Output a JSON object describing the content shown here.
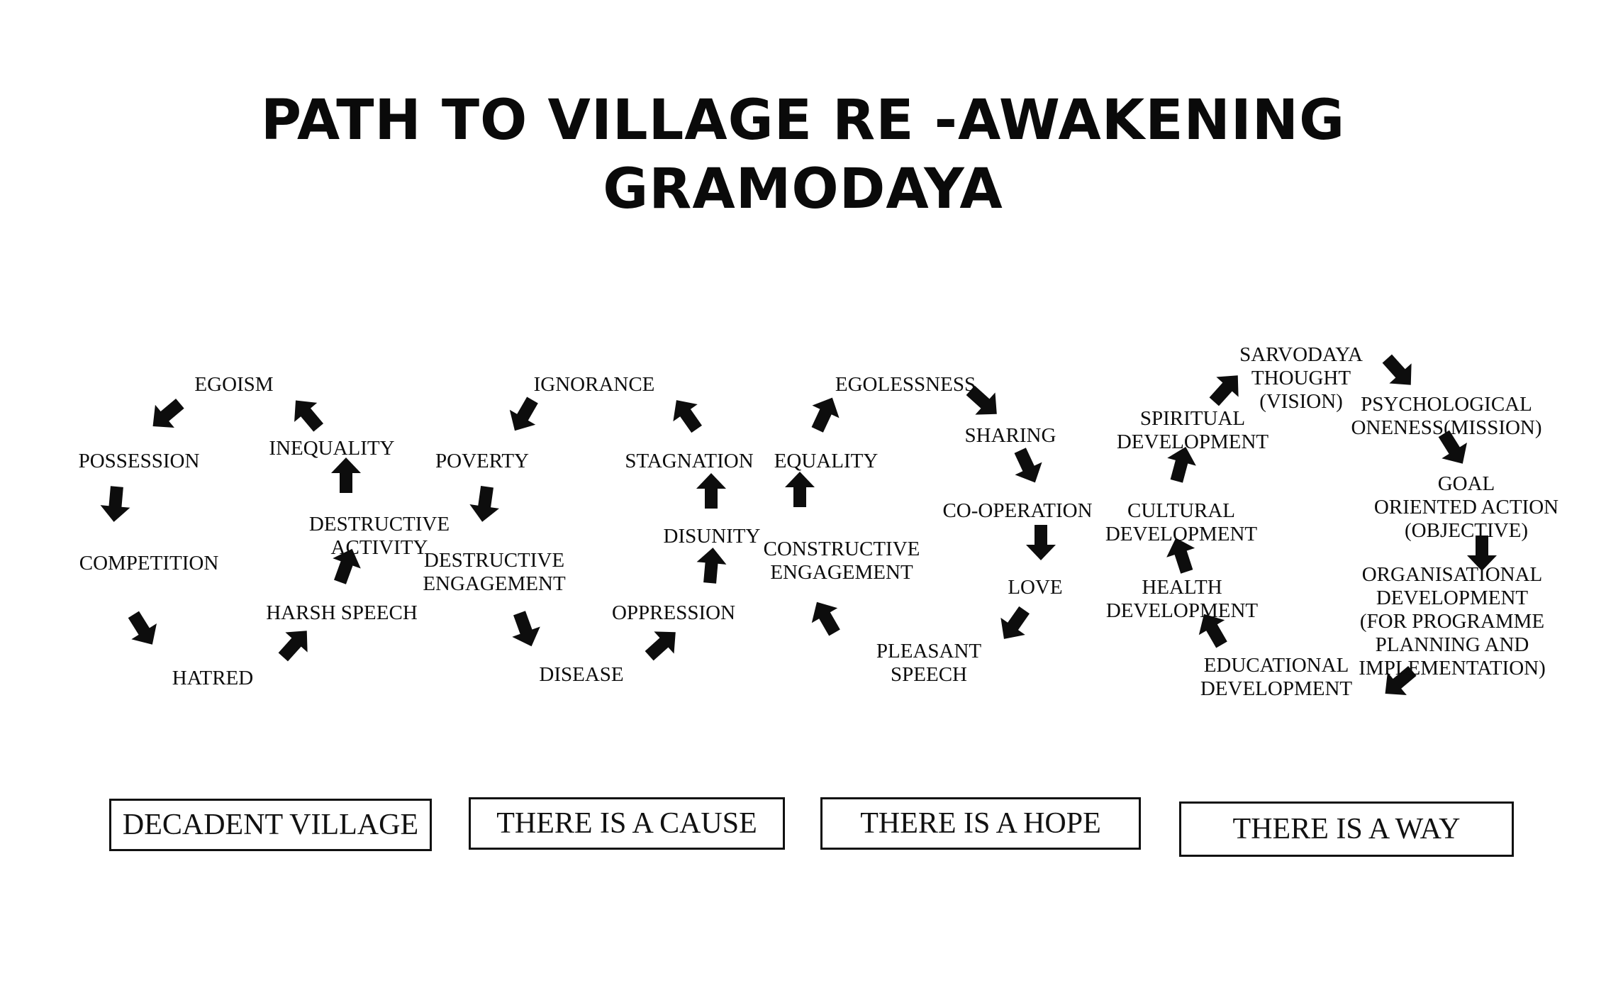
{
  "title": {
    "line1": "PATH TO VILLAGE RE -AWAKENING",
    "line2": "GRAMODAYA"
  },
  "cycles": {
    "decadent": {
      "egoism": "EGOISM",
      "possession": "POSSESSION",
      "competition": "COMPETITION",
      "hatred": "HATRED",
      "harsh_speech": "HARSH  SPEECH",
      "destructive_activity": [
        "DESTRUCTIVE",
        "ACTIVITY"
      ],
      "inequality": "INEQUALITY"
    },
    "cause": {
      "ignorance": "IGNORANCE",
      "poverty": "POVERTY",
      "destructive_engagement": [
        "DESTRUCTIVE",
        "ENGAGEMENT"
      ],
      "disease": "DISEASE",
      "oppression": "OPPRESSION",
      "disunity": "DISUNITY",
      "stagnation": "STAGNATION"
    },
    "hope": {
      "egolessness": "EGOLESSNESS",
      "sharing": "SHARING",
      "cooperation": "CO-OPERATION",
      "love": "LOVE",
      "pleasant_speech": [
        "PLEASANT",
        "SPEECH"
      ],
      "constructive_engagement": [
        "CONSTRUCTIVE",
        "ENGAGEMENT"
      ],
      "equality": "EQUALITY"
    },
    "way": {
      "sarvodaya_thought": [
        "SARVODAYA",
        "THOUGHT",
        "(VISION)"
      ],
      "psychological_oneness": [
        "PSYCHOLOGICAL",
        "ONENESS(MISSION)"
      ],
      "goal": [
        "GOAL",
        "ORIENTED ACTION",
        "(OBJECTIVE)"
      ],
      "organisational": [
        "ORGANISATIONAL",
        "DEVELOPMENT",
        "(FOR PROGRAMME",
        "PLANNING AND",
        "IMPLEMENTATION)"
      ],
      "educational": [
        "EDUCATIONAL",
        "DEVELOPMENT"
      ],
      "health": [
        "HEALTH",
        "DEVELOPMENT"
      ],
      "cultural": [
        "CULTURAL",
        "DEVELOPMENT"
      ],
      "spiritual": [
        "SPIRITUAL",
        "DEVELOPMENT"
      ]
    }
  },
  "captions": {
    "decadent_village": "DECADENT VILLAGE",
    "cause": "THERE IS A CAUSE",
    "hope": "THERE IS A HOPE",
    "way": "THERE IS A WAY"
  },
  "colors": {
    "ink": "#0d0d0d",
    "ghost_text": "#d8d8d8",
    "background": "#ffffff"
  },
  "icons": {
    "arrow": "thick-black-arrow"
  }
}
